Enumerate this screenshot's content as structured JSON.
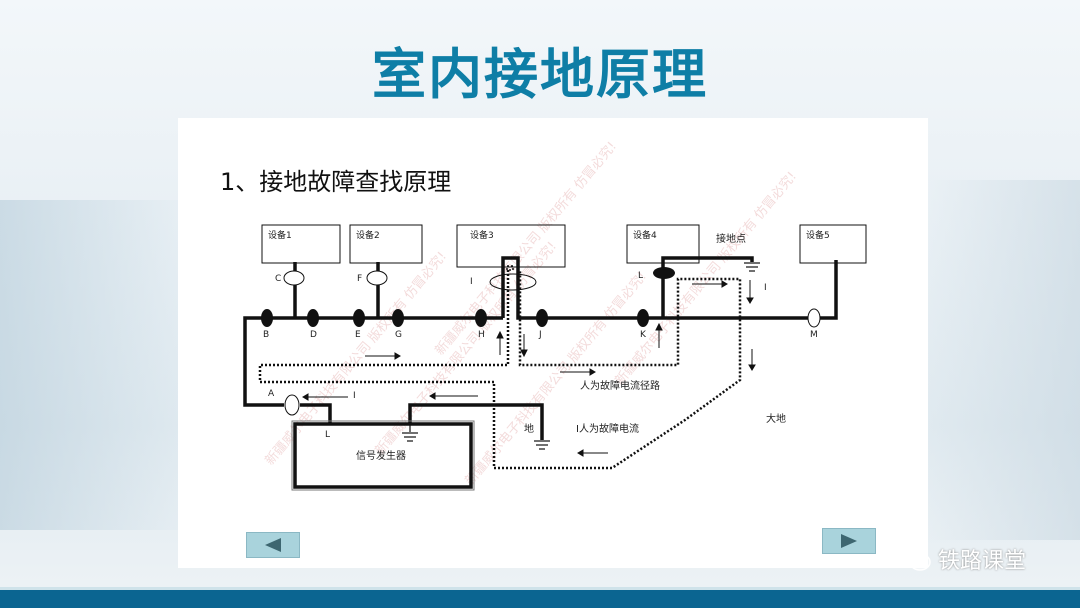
{
  "slide": {
    "title": "室内接地原理",
    "subtitle": "1、接地故障查找原理",
    "watermark": "新疆威尔电子科技有限公司 版权所有 仿冒必究!"
  },
  "diagram": {
    "devices": [
      "设备1",
      "设备2",
      "设备3",
      "设备4",
      "设备5"
    ],
    "nodes": {
      "A": "A",
      "B": "B",
      "C": "C",
      "D": "D",
      "E": "E",
      "F": "F",
      "G": "G",
      "H": "H",
      "I": "I",
      "J": "J",
      "K": "K",
      "L": "L",
      "M": "M"
    },
    "ground_point": "接地点",
    "current_top": "I",
    "current_left": "I",
    "generator": "信号发生器",
    "generator_L": "L",
    "earth_small": "地",
    "fault_path": "人为故障电流径路",
    "fault_current": "I人为故障电流",
    "earth": "大地"
  },
  "nav": {
    "prev_icon": "triangle-left-icon",
    "next_icon": "triangle-right-icon"
  },
  "brand": {
    "name": "铁路课堂",
    "icon": "wechat-icon"
  }
}
